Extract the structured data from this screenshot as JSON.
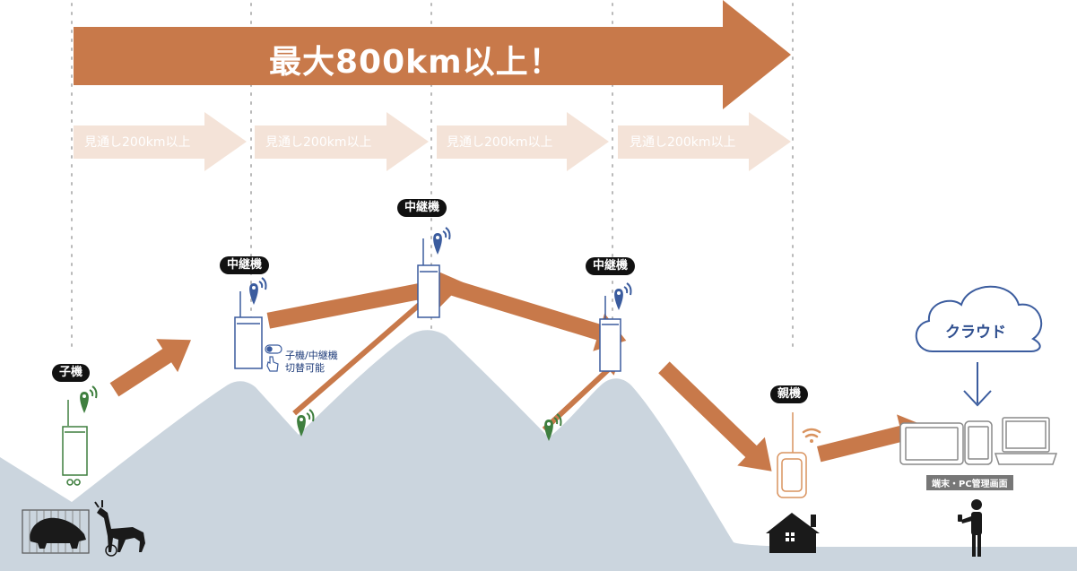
{
  "main_arrow": {
    "text": "最大800km以上！",
    "color": "#c8794a"
  },
  "segments": [
    {
      "text": "見通し200km以上"
    },
    {
      "text": "見通し200km以上"
    },
    {
      "text": "見通し200km以上"
    },
    {
      "text": "見通し200km以上"
    }
  ],
  "labels": {
    "child": "子機",
    "relay_1": "中継機",
    "relay_2": "中継機",
    "relay_3": "中継機",
    "parent": "親機"
  },
  "relay_note": [
    "子機/中継機",
    "切替可能"
  ],
  "cloud_label": "クラウド",
  "terminal_label": "端末・PC管理画面",
  "colors": {
    "arrow": "#c8794a",
    "arrow_light": "#f4e3d8",
    "mountain": "#cbd5de",
    "device_child": "#3f7f3f",
    "device_relay": "#3b5c9e",
    "device_parent": "#d9935f",
    "cloud": "#3b5c9e"
  },
  "icons": [
    "pin-wifi-icon",
    "toggle-switch-icon",
    "hand-pointer-icon",
    "house-icon",
    "cloud-icon",
    "tablet-icon",
    "phone-icon",
    "laptop-icon",
    "person-phone-icon",
    "boar-in-trap-icon",
    "deer-icon"
  ]
}
